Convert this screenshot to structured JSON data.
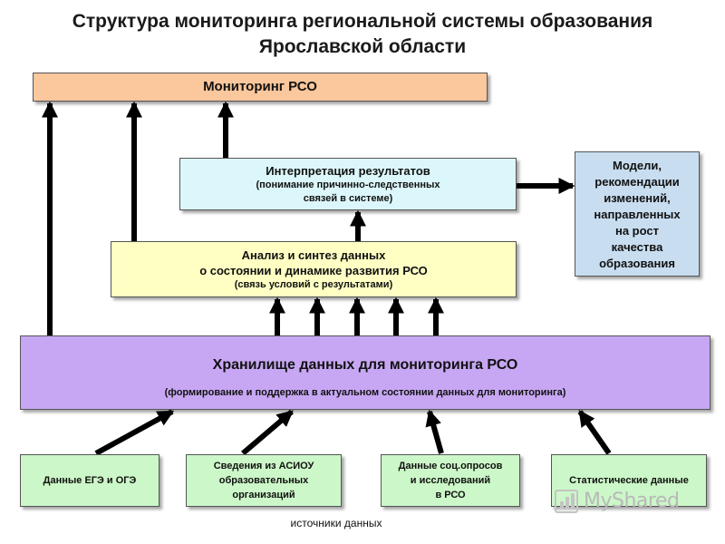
{
  "title": {
    "line1": "Структура мониторинга региональной системы образования",
    "line2": "Ярославской области"
  },
  "boxes": {
    "monitoring": "Мониторинг РСО",
    "interpretation": {
      "line1": "Интерпретация результатов",
      "line2": "(понимание причинно-следственных",
      "line3": "связей в системе)"
    },
    "models": {
      "line1": "Модели,",
      "line2": "рекомендации",
      "line3": "изменений,",
      "line4": "направленных",
      "line5": "на рост",
      "line6": "качества",
      "line7": "образования"
    },
    "analysis": {
      "line1": "Анализ и синтез данных",
      "line2": "о состоянии и динамике развития РСО",
      "line3": "(связь условий с результатами)"
    },
    "storage": {
      "title": "Хранилище данных для мониторинга РСО",
      "subtitle": "(формирование и поддержка в актуальном состоянии данных для мониторинга)"
    }
  },
  "sources": {
    "ege": {
      "line1": "Данные ЕГЭ и ОГЭ"
    },
    "asiou": {
      "line1": "Сведения из АСИОУ",
      "line2": "образовательных",
      "line3": "организаций"
    },
    "socio": {
      "line1": "Данные соц.опросов",
      "line2": "и исследований",
      "line3": "в РСО"
    },
    "stat": {
      "line1": "Статистические данные"
    }
  },
  "caption": "источники данных",
  "watermark": {
    "text": "MyShared",
    "icon": "chart-icon"
  },
  "colors": {
    "monitoring": "#fbc79c",
    "interpretation": "#dcf7fb",
    "models": "#c8ddf0",
    "analysis": "#ffffc4",
    "storage": "#c7a7f3",
    "sources": "#ccf7c8",
    "arrows": "#000000"
  }
}
